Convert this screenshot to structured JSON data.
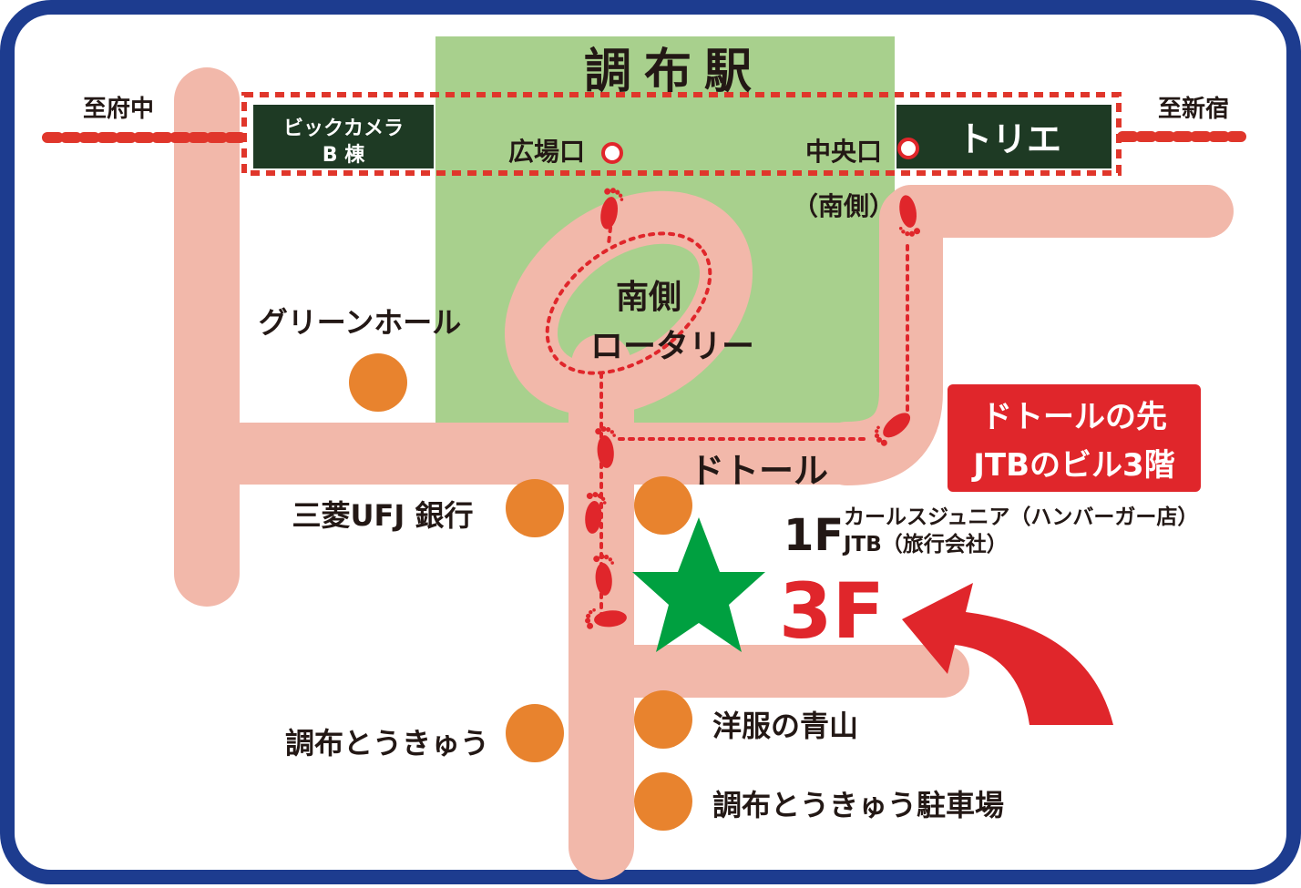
{
  "station": {
    "name": "調布駅",
    "exit_plaza": "広場口",
    "exit_central": "中央口",
    "exit_central_side": "（南側）"
  },
  "directions": {
    "left": "至府中",
    "right": "至新宿"
  },
  "buildings": {
    "bic_camera_line1": "ビックカメラ",
    "bic_camera_line2": "B 棟",
    "torie": "トリエ"
  },
  "rotary": {
    "line1": "南側",
    "line2": "ロータリー"
  },
  "landmarks": {
    "green_hall": "グリーンホール",
    "mufg": "三菱UFJ 銀行",
    "doutor": "ドトール",
    "tokyu": "調布とうきゅう",
    "aoyama": "洋服の青山",
    "tokyu_parking": "調布とうきゅう駐車場"
  },
  "callout": {
    "line1": "ドトールの先",
    "line2": "JTBのビル3階"
  },
  "floor_1f": {
    "label": "1F",
    "tenant1": "カールスジュニア（ハンバーガー店）",
    "tenant2": "JTB（旅行会社）"
  },
  "floor_3f": {
    "label": "3F"
  },
  "colors": {
    "frame": "#1d3c8f",
    "road": "#f2b8aa",
    "station_area": "#a8d08d",
    "rail": "#e0362b",
    "building": "#1e3a24",
    "landmark": "#e8832e",
    "star": "#00a040",
    "accent": "#e0262b"
  }
}
